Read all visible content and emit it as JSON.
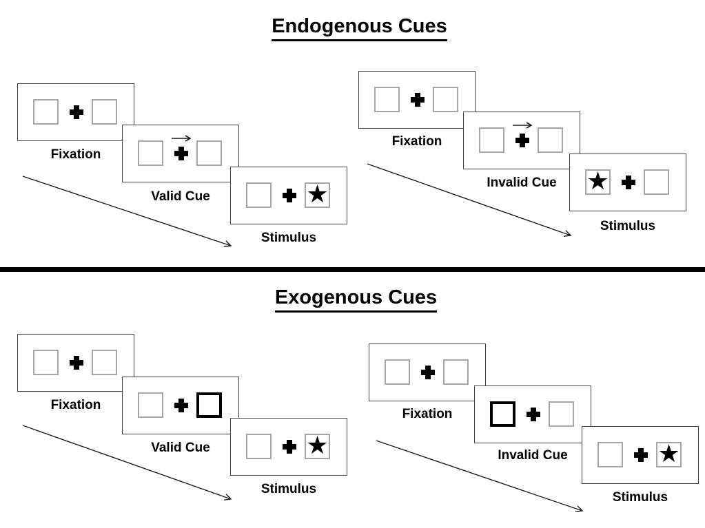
{
  "diagram": {
    "kind": "Posner spatial cueing paradigm",
    "colors": {
      "background": "#ffffff",
      "panel_border": "#404040",
      "square_border": "#a6a6a6",
      "ink": "#000000"
    }
  },
  "glyphs": {
    "star": "★"
  },
  "sections": [
    {
      "title": "Endogenous Cues",
      "cue_style": "central right-pointing arrow above fixation cross",
      "groups": [
        {
          "name": "valid-trial",
          "cue_direction": "right",
          "target_side": "right",
          "panels": [
            {
              "label": "Fixation"
            },
            {
              "label": "Valid Cue",
              "cue": "arrow-right"
            },
            {
              "label": "Stimulus",
              "star_side": "right"
            }
          ]
        },
        {
          "name": "invalid-trial",
          "cue_direction": "right",
          "target_side": "left",
          "panels": [
            {
              "label": "Fixation"
            },
            {
              "label": "Invalid Cue",
              "cue": "arrow-right"
            },
            {
              "label": "Stimulus",
              "star_side": "left"
            }
          ]
        }
      ]
    },
    {
      "title": "Exogenous Cues",
      "cue_style": "thick peripheral box outline",
      "groups": [
        {
          "name": "valid-trial",
          "cue_side": "right",
          "target_side": "right",
          "panels": [
            {
              "label": "Fixation"
            },
            {
              "label": "Valid Cue",
              "cue": "thick-box-right"
            },
            {
              "label": "Stimulus",
              "star_side": "right"
            }
          ]
        },
        {
          "name": "invalid-trial",
          "cue_side": "left",
          "target_side": "right",
          "panels": [
            {
              "label": "Fixation"
            },
            {
              "label": "Invalid Cue",
              "cue": "thick-box-left"
            },
            {
              "label": "Stimulus",
              "star_side": "right"
            }
          ]
        }
      ]
    }
  ]
}
